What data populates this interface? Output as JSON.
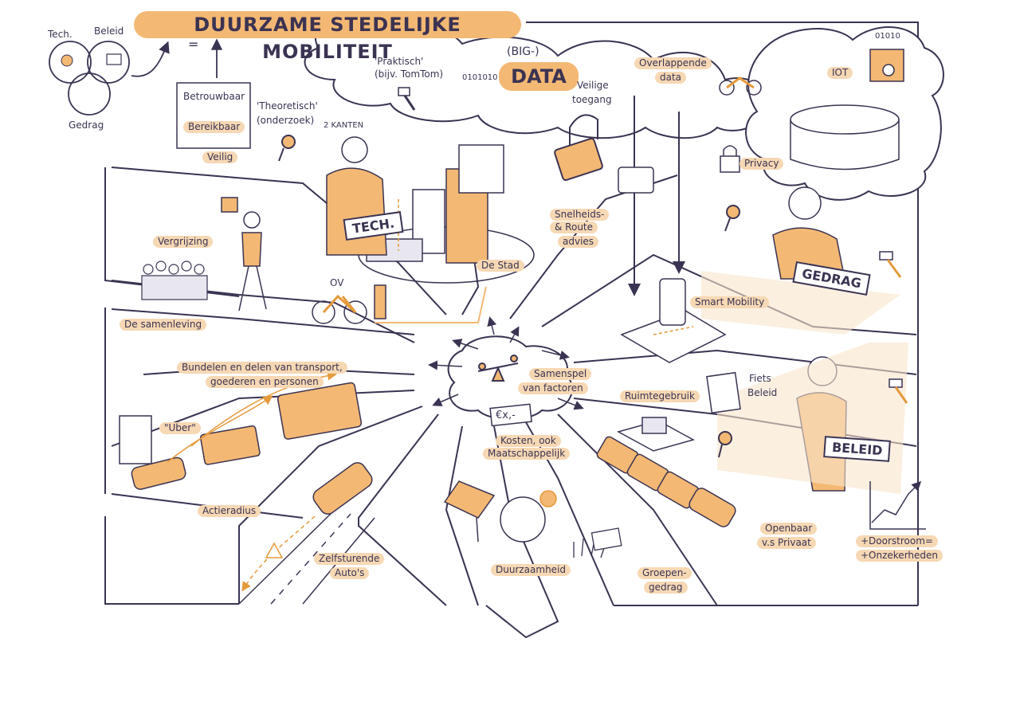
{
  "title": "DUURZAME STEDELIJKE MOBILITEIT",
  "venn": {
    "tech": "Tech.",
    "beleid": "Beleid",
    "gedrag": "Gedrag",
    "equals": "="
  },
  "values": {
    "betrouwbaar": "Betrouwbaar",
    "bereikbaar": "Bereikbaar",
    "veilig": "Veilig"
  },
  "data_cloud": {
    "big": "(BIG-)",
    "data": "DATA",
    "praktisch": "'Praktisch'",
    "praktisch_sub": "(bijv. TomTom)",
    "theoretisch": "'Theoretisch'",
    "theoretisch_sub": "(onderzoek)",
    "twee_kanten": "2 KANTEN",
    "veilige_toegang_1": "Veilige",
    "veilige_toegang_2": "toegang",
    "overlappende_1": "Overlappende",
    "overlappende_2": "data",
    "iot": "IOT",
    "privacy": "Privacy",
    "binary_left": "0101010",
    "binary_right": "01010"
  },
  "labels": {
    "tech_sign": "TECH.",
    "gedrag_sign": "GEDRAG",
    "beleid_sign": "BELEID",
    "vergrijzing": "Vergrijzing",
    "ov": "OV",
    "de_stad": "De Stad",
    "snelheid_1": "Snelheids-",
    "snelheid_2": "& Route",
    "snelheid_3": "advies",
    "smart_mobility": "Smart Mobility",
    "de_samenleving": "De samenleving",
    "bundelen_1": "Bundelen en delen van transport,",
    "bundelen_2": "goederen en personen",
    "uber": "\"Uber\"",
    "samenspel_1": "Samenspel",
    "samenspel_2": "van factoren",
    "euro": "€x,-",
    "kosten_1": "Kosten, ook",
    "kosten_2": "Maatschappelijk",
    "ruimtegebruik": "Ruimtegebruik",
    "fiets_1": "Fiets",
    "fiets_2": "Beleid",
    "actieradius": "Actieradius",
    "zelfsturende_1": "Zelfsturende",
    "zelfsturende_2": "Auto's",
    "duurzaamheid": "Duurzaamheid",
    "groepen_1": "Groepen-",
    "groepen_2": "gedrag",
    "openbaar_1": "Openbaar",
    "openbaar_2": "v.s Privaat",
    "doorstroom_1": "+Doorstroom=",
    "doorstroom_2": "+Onzekerheden"
  },
  "colors": {
    "ink": "#3b3352",
    "orange": "#f3b874",
    "orange_dark": "#e59a3c",
    "light_orange": "#f6d8b4",
    "lilac": "#bdb5d0"
  }
}
